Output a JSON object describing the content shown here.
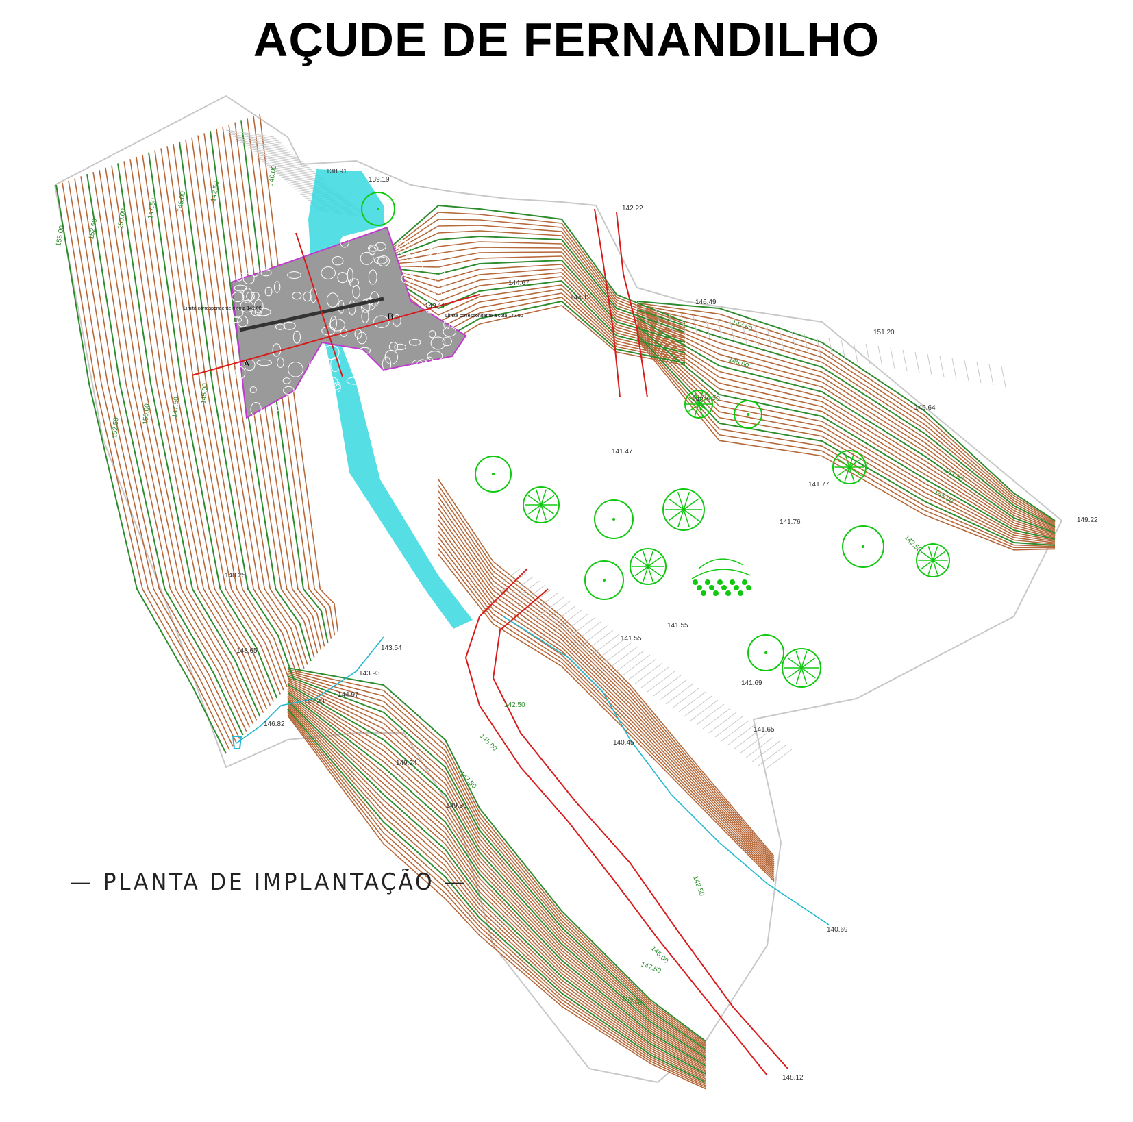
{
  "title": "AÇUDE DE FERNANDILHO",
  "caption": "— PLANTA DE IMPLANTAÇÃO —",
  "colors": {
    "contour_minor": "#b5683a",
    "contour_major": "#2e8b2e",
    "water": "#38d8e0",
    "dam_outline": "#c03ad0",
    "axis": "#d81b1b",
    "tree": "#10c810",
    "boundary": "#c8c8c8",
    "channel": "#20b8d0"
  },
  "annotations": [
    "Limite correspondente à cota 142.00",
    "Limite correspondente à cota 142.50"
  ],
  "section_markers": [
    "A",
    "B"
  ],
  "contour_labels": [
    "155.00",
    "152.50",
    "150.00",
    "147.50",
    "145.00",
    "142.50",
    "140.00",
    "152.50",
    "150.00",
    "147.50",
    "145.00",
    "147.50",
    "145.00",
    "142.50",
    "147.50",
    "145.00",
    "142.50",
    "142.50",
    "145.00",
    "147.50",
    "142.50",
    "145.00",
    "147.50",
    "150.00"
  ],
  "spot_elevations": [
    "138.91",
    "139.19",
    "142.22",
    "144.67",
    "144.13",
    "143.11",
    "146.49",
    "151.20",
    "149.64",
    "142.50",
    "141.47",
    "141.77",
    "141.76",
    "149.22",
    "148.25",
    "148.65",
    "143.54",
    "143.93",
    "144.97",
    "146.33",
    "146.82",
    "149.24",
    "149.39",
    "141.55",
    "141.55",
    "141.69",
    "141.65",
    "140.45",
    "140.69",
    "148.12"
  ]
}
